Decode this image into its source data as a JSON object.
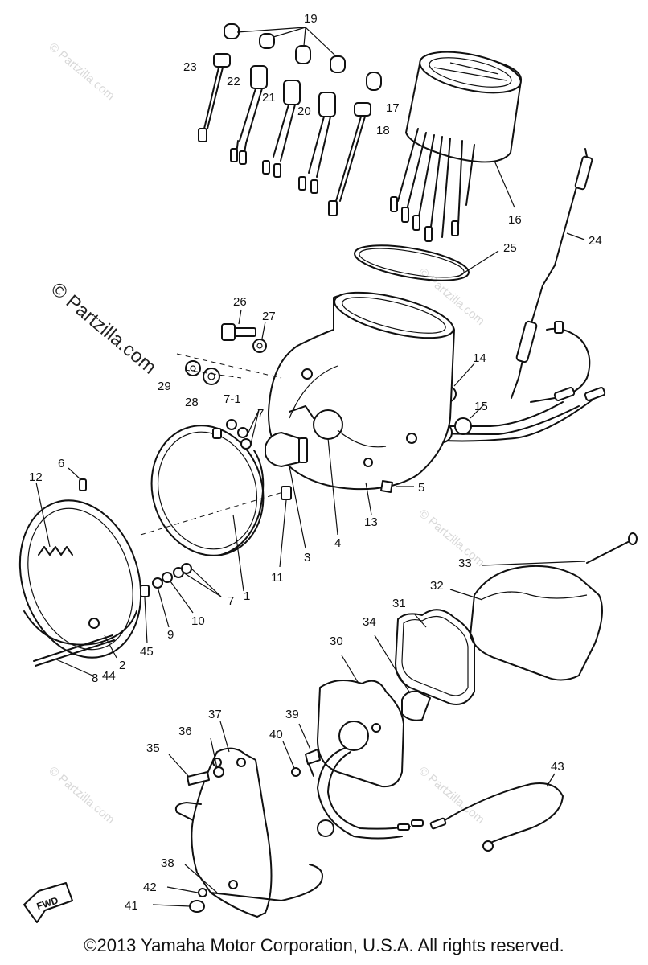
{
  "watermark": {
    "text": "© Partzilla.com",
    "big_text": "© Partzilla.com"
  },
  "fwd_label": "FWD",
  "footer": {
    "copyright": "©2013  Yamaha Motor Corporation, U.S.A. All rights reserved."
  },
  "part_numbers": {
    "p1": "1",
    "p2": "2",
    "p3": "3",
    "p4": "4",
    "p5": "5",
    "p6": "6",
    "p7a": "7",
    "p7b": "7",
    "p7_1": "7-1",
    "p8": "8",
    "p9": "9",
    "p10": "10",
    "p11": "11",
    "p12": "12",
    "p13": "13",
    "p14": "14",
    "p15": "15",
    "p16": "16",
    "p17": "17",
    "p18": "18",
    "p19": "19",
    "p20": "20",
    "p21": "21",
    "p22": "22",
    "p23": "23",
    "p24": "24",
    "p25": "25",
    "p26": "26",
    "p27": "27",
    "p28": "28",
    "p29": "29",
    "p30": "30",
    "p31": "31",
    "p32": "32",
    "p33": "33",
    "p34": "34",
    "p35": "35",
    "p36": "36",
    "p37": "37",
    "p38": "38",
    "p39": "39",
    "p40": "40",
    "p41": "41",
    "p42": "42",
    "p43": "43",
    "p44": "44",
    "p45": "45"
  }
}
